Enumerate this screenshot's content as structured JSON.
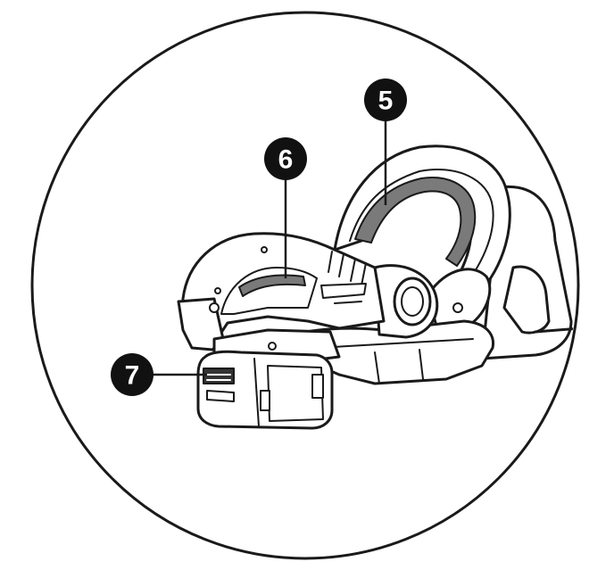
{
  "colors": {
    "line": "#1a1a1a",
    "callout_fill": "#111111",
    "callout_text": "#ffffff",
    "grip_fill": "#7a7a7a",
    "background": "#ffffff"
  },
  "callouts": [
    {
      "id": "5",
      "label": "5",
      "target": "rear-handle-grip"
    },
    {
      "id": "6",
      "label": "6",
      "target": "front-handle-grip"
    },
    {
      "id": "7",
      "label": "7",
      "target": "battery-release-button"
    }
  ]
}
